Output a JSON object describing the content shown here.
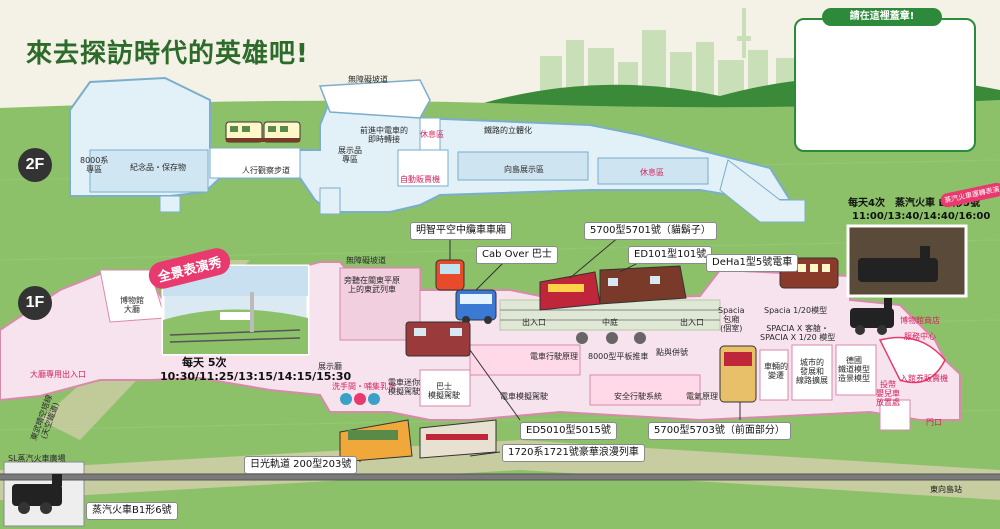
{
  "title": "來去探訪時代的英雄吧!",
  "stamp": {
    "label": "請在這裡蓋章!"
  },
  "floors": {
    "f2": "2F",
    "f1": "1F"
  },
  "floor2": {
    "ramp_top": "無障礙坡道",
    "hall_8000": "8000系\n專區",
    "souvenir": "紀念品・保存物",
    "walkway": "人行觀察步道",
    "exhibit_hall": "展示品\n專區",
    "transfer": "前進中電車的\n即時轉接",
    "rest_1": "休息區",
    "flyover": "鐵路的立體化",
    "vending": "自動販賣機",
    "mukojima": "向島展示區",
    "rest_2": "休息區"
  },
  "floor1": {
    "ramp": "無障礙坡道",
    "mezzanine": "旁聽在關東平原\n上的東武列車",
    "museum_hall": "博物館\n大廳",
    "entrance": "大廳專用出入口",
    "exhibit_hall": "展示廳",
    "toilets": "洗手間・哺集乳室",
    "sim_train_small": "電車迷你\n模擬駕駛",
    "sim_bus": "巴士\n模擬駕駛",
    "sim_train": "電車模擬駕駛",
    "safety": "安全行駛系統",
    "principle": "電氣原理",
    "mechanism": "電車行駛原理",
    "truck_8000": "8000型平板推車",
    "link": "點與併號",
    "inout_1": "出入口",
    "courtyard": "中庭",
    "inout_2": "出入口",
    "spacia_room": "Spacia\n包廂\n(個室)",
    "spacia_model": "Spacia 1/20模型",
    "spacia_x": "SPACIA X 客艙・\nSPACIA X 1/20 模型",
    "crossings": "車輛的\n變遷",
    "city_lines": "城市的\n發展和\n線路擴展",
    "rail_model": "德國\n鐵道模型\n造景模型",
    "lockers": "投幣\n嬰兒車\n放置處",
    "shop": "博物館商店",
    "service": "服務中心",
    "ticket": "入館券販賣機",
    "gate": "門口"
  },
  "callouts": {
    "meiji": "明智平空中纜車車廂",
    "cabover": "Cab Over 巴士",
    "loco_5700_5701": "5700型5701號（貓鬍子）",
    "ed101": "ED101型101號",
    "deha1": "DeHa1型5號電車",
    "ed5010": "ED5010型5015號",
    "romance_1720": "1720系1721號豪華浪漫列車",
    "nikko_200": "日光軌道 200型203號",
    "loco_5700_5703": "5700型5703號（前面部分）",
    "steam_b1_6": "蒸汽火車B1形6號"
  },
  "panorama": {
    "badge": "全景表演秀",
    "times_title": "每天 5次",
    "times": "10:30/11:25/13:15/14:15/15:30"
  },
  "steam_show": {
    "times_title": "每天4次　蒸汽火車 B1形5號",
    "times": "11:00/13:40/14:40/16:00",
    "badge": "蒸汽火車運轉表演"
  },
  "outside": {
    "sl_plaza": "SL蒸汽火車廣場",
    "tobu_line": "東武晴空塔線\n(天空鐵道)",
    "to_station": "東向島站"
  },
  "colors": {
    "accent_green": "#2d8a3a",
    "title_green": "#2d6b2a",
    "pink": "#e83a6e",
    "lawn": "#8cc16a",
    "floor_fill": "#f7e3ee"
  }
}
